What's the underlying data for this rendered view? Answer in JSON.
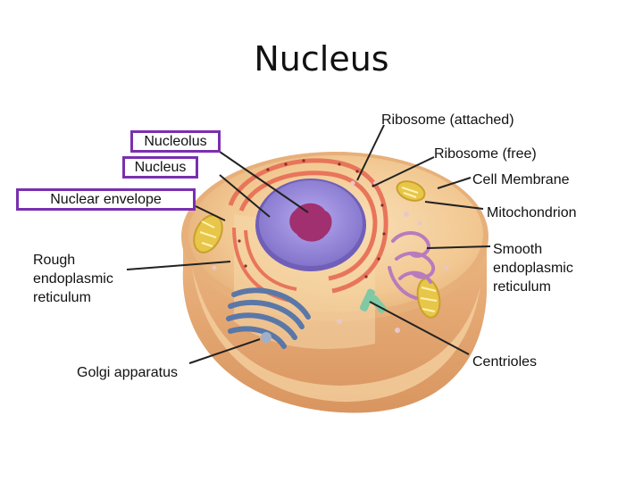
{
  "title": "Nucleus",
  "labels": {
    "nucleolus": "Nucleolus",
    "nucleus": "Nucleus",
    "nuclear_envelope": "Nuclear envelope",
    "rough_er": "Rough endoplasmic reticulum",
    "golgi": "Golgi apparatus",
    "ribosome_attached": "Ribosome (attached)",
    "ribosome_free": "Ribosome (free)",
    "cell_membrane": "Cell Membrane",
    "mitochondrion": "Mitochondrion",
    "smooth_er": "Smooth endoplasmic reticulum",
    "centrioles": "Centrioles"
  },
  "colors": {
    "highlight_box": "#7a2fb0",
    "cytoplasm": "#f3cf9d",
    "membrane": "#e3a878",
    "nucleus": "#9a8ad8",
    "nucleolus": "#a0306f",
    "rough_er": "#e8755a",
    "golgi": "#5a77a8",
    "smooth_er": "#b87bbd",
    "mitochondrion": "#e8c64a"
  }
}
